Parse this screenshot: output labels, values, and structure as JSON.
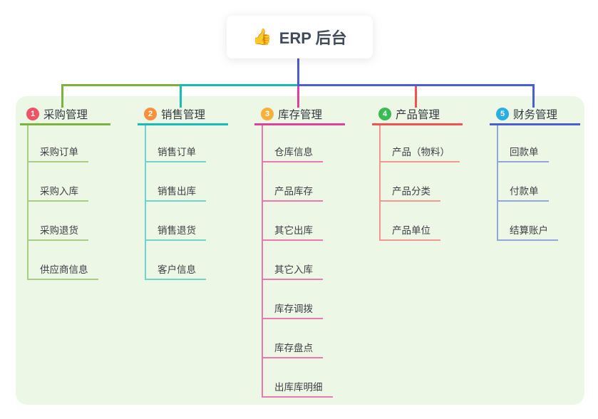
{
  "root": {
    "title": "ERP 后台",
    "icon": "thumbs-up",
    "icon_glyph": "👍"
  },
  "colors": {
    "page_bg": "#ffffff",
    "board_bg": "#edf7e6",
    "root_line": "#4a5ed4",
    "root_text": "#414b5a",
    "node_text": "#3c4046"
  },
  "branches": [
    {
      "badge": "1",
      "badge_color": "#ef5366",
      "line_color": "#7ab43c",
      "child_line_color": "#a9cd85",
      "label": "采购管理",
      "children": [
        "采购订单",
        "采购入库",
        "采购退货",
        "供应商信息"
      ]
    },
    {
      "badge": "2",
      "badge_color": "#f8903e",
      "line_color": "#16bdb6",
      "child_line_color": "#72d2cc",
      "label": "销售管理",
      "children": [
        "销售订单",
        "销售出库",
        "销售退货",
        "客户信息"
      ]
    },
    {
      "badge": "3",
      "badge_color": "#f5b13a",
      "line_color": "#e03f9b",
      "child_line_color": "#ee77b2",
      "label": "库存管理",
      "children": [
        "仓库信息",
        "产品库存",
        "其它出库",
        "其它入库",
        "库存调拨",
        "库存盘点",
        "出库库明细"
      ]
    },
    {
      "badge": "4",
      "badge_color": "#3cba54",
      "line_color": "#ef5350",
      "child_line_color": "#f59693",
      "label": "产品管理",
      "children": [
        "产品（物料）",
        "产品分类",
        "产品单位"
      ]
    },
    {
      "badge": "5",
      "badge_color": "#29aee3",
      "line_color": "#4a5ed4",
      "child_line_color": "#93a5dd",
      "label": "财务管理",
      "children": [
        "回款单",
        "付款单",
        "结算账户"
      ]
    }
  ]
}
